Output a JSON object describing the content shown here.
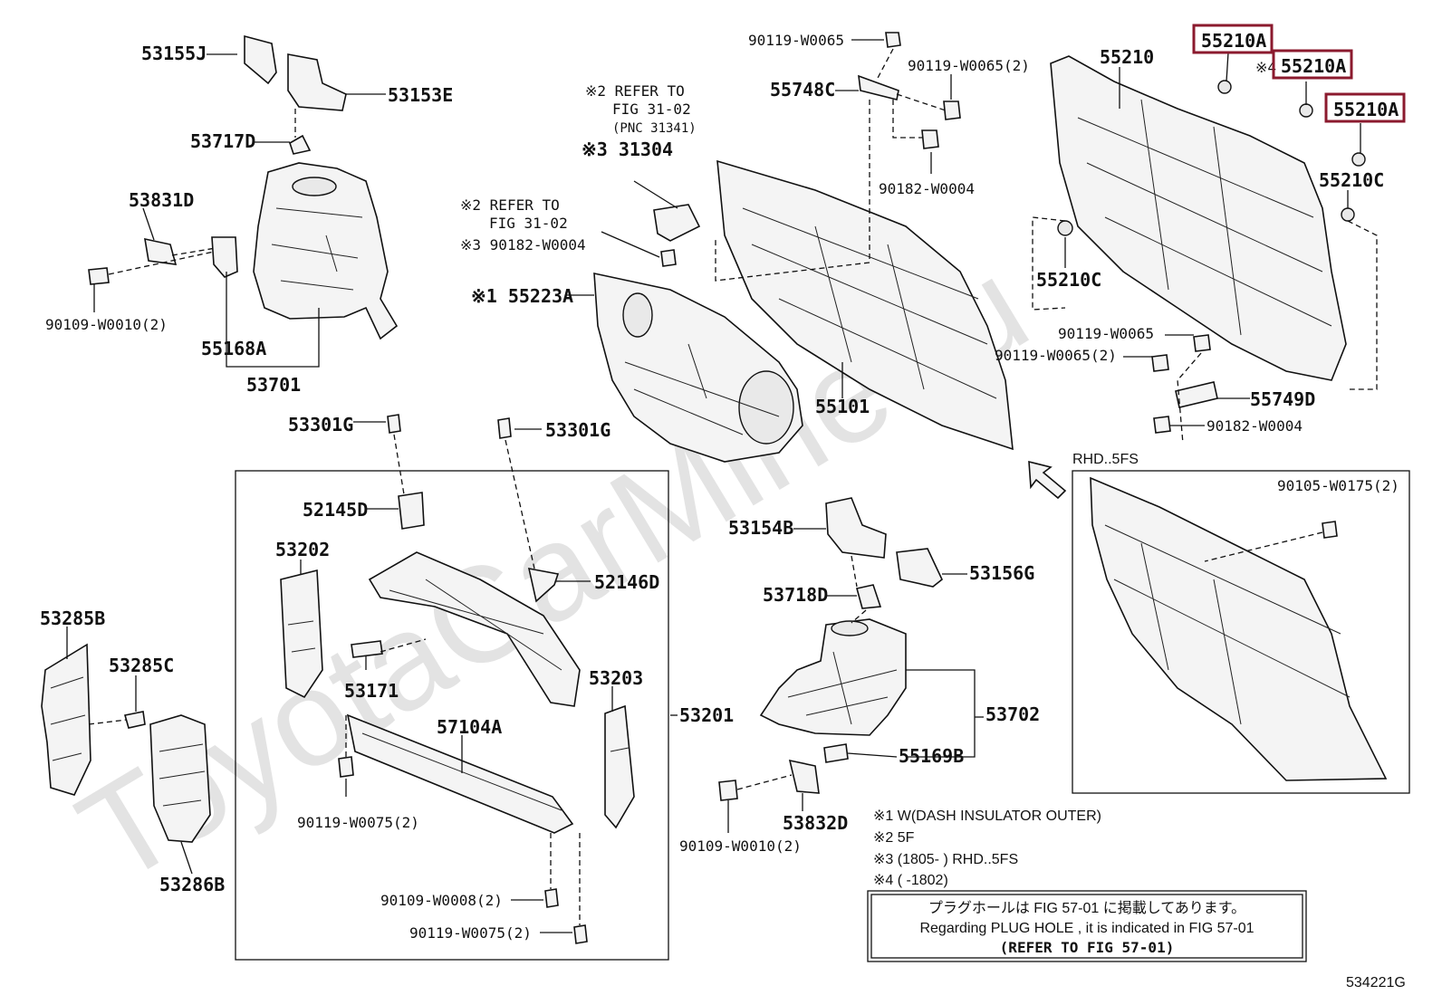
{
  "watermark": "ToyotaCarMine.ru",
  "figure_id": "534221G",
  "inset_label": "RHD..5FS",
  "highlighted_parts": [
    "55210A",
    "55210A",
    "55210A"
  ],
  "callouts": {
    "p53155J": "53155J",
    "p53153E": "53153E",
    "p53717D": "53717D",
    "p53831D": "53831D",
    "p90109_W0010_left": "90109-W0010(2)",
    "p55168A": "55168A",
    "p53701": "53701",
    "p53301G_left": "53301G",
    "p53301G_right": "53301G",
    "p52145D": "52145D",
    "p53202": "53202",
    "p52146D": "52146D",
    "p53285B": "53285B",
    "p53285C": "53285C",
    "p53171": "53171",
    "p57104A": "57104A",
    "p53203": "53203",
    "p53201": "53201",
    "p53286B": "53286B",
    "p90119_W0075_a": "90119-W0075(2)",
    "p90109_W0008": "90109-W0008(2)",
    "p90119_W0075_b": "90119-W0075(2)",
    "refer2a_l1": "※2 REFER TO",
    "refer2a_l2": "FIG 31-02",
    "refer2a_l3": "(PNC 31341)",
    "p31304": "※3 31304",
    "refer2b_l1": "※2 REFER TO",
    "refer2b_l2": "FIG 31-02",
    "p90182_W0004_mid": "※3 90182-W0004",
    "p55223A": "※1 55223A",
    "p90119_W0065_top": "90119-W0065",
    "p55748C": "55748C",
    "p90119_W0065_2_top": "90119-W0065(2)",
    "p90182_W0004_top": "90182-W0004",
    "p55101": "55101",
    "p55210": "55210",
    "p55210A_1": "55210A",
    "p55210A_2": "55210A",
    "p55210A_2_prefix": "※4",
    "p55210A_3": "55210A",
    "p55210C_right": "55210C",
    "p55210C_left": "55210C",
    "p90119_W0065_r": "90119-W0065",
    "p90119_W0065_2_r": "90119-W0065(2)",
    "p55749D": "55749D",
    "p90182_W0004_r": "90182-W0004",
    "p90105_W0175": "90105-W0175(2)",
    "p53154B": "53154B",
    "p53156G": "53156G",
    "p53718D": "53718D",
    "p53702": "53702",
    "p55169B": "55169B",
    "p90109_W0010_right": "90109-W0010(2)",
    "p53832D": "53832D"
  },
  "notes": {
    "n1": "※1 W(DASH INSULATOR OUTER)",
    "n2": "※2 5F",
    "n3": "※3 (1805-        ) RHD..5FS",
    "n4": "※4 (        -1802)"
  },
  "plug_hole_box": {
    "line_jp": "プラグホールは FIG 57-01 に掲載してあります。",
    "line_en": "Regarding  PLUG  HOLE , it is indicated in FIG  57-01",
    "line_ref": "(REFER TO FIG 57-01)"
  }
}
